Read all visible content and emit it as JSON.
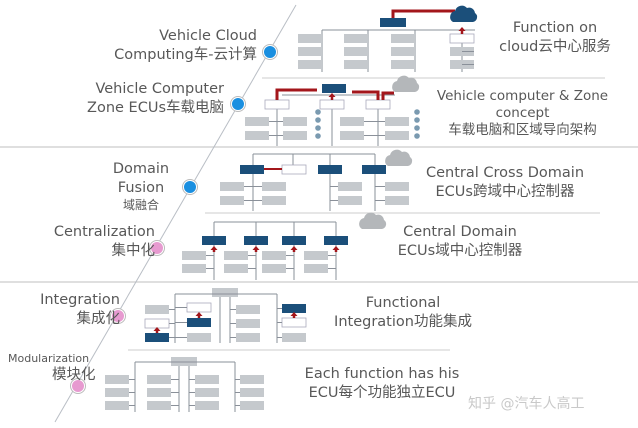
{
  "stages": [
    {
      "left_en": "Vehicle Cloud",
      "left_en2": "Computing车-云计算",
      "right_line1": "Function on",
      "right_line2": "cloud云中心服务",
      "bullet_color": "#1a8fe0"
    },
    {
      "left_en": "Vehicle Computer",
      "left_en2": "Zone ECUs车载电脑",
      "right_line1": "Vehicle computer & Zone",
      "right_line2": "concept",
      "right_line3": "车载电脑和区域导向架构",
      "bullet_color": "#1a8fe0"
    },
    {
      "left_en": "Domain",
      "left_en2": "Fusion",
      "left_en3": "域融合",
      "right_line1": "Central Cross Domain",
      "right_line2": "ECUs跨域中心控制器",
      "bullet_color": "#1a8fe0"
    },
    {
      "left_en": "Centralization",
      "left_en2": "集中化",
      "right_line1": "Central Domain",
      "right_line2": "ECUs域中心控制器",
      "bullet_color": "#e79ad0"
    },
    {
      "left_en": "Integration",
      "left_en2": "集成化",
      "right_line1": "Functional",
      "right_line2": "Integration功能集成",
      "bullet_color": "#e79ad0"
    },
    {
      "left_en": "Modularization",
      "left_en2": "模块化",
      "right_line1": "Each function has his",
      "right_line2": "ECU每个功能独立ECU",
      "bullet_color": "#e79ad0"
    }
  ],
  "watermark": "知乎 @汽车人高工",
  "colors": {
    "ecu_gray": "#c5c9cd",
    "central_ecu": "#1b4f7a",
    "arrow": "#a3161b",
    "line": "#8a9099",
    "cloud": "#1b4f7a"
  }
}
